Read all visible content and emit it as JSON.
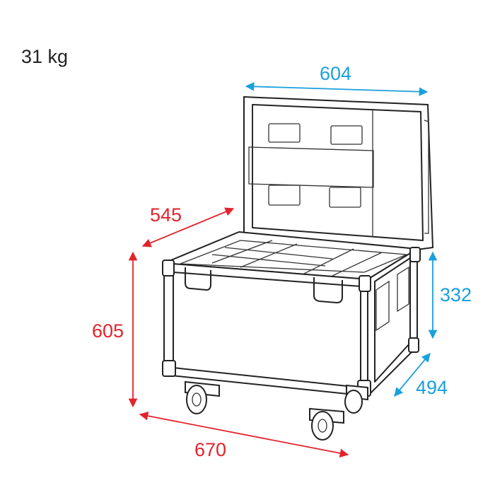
{
  "weight": "31 kg",
  "dimensions": {
    "lid_width": "604",
    "depth_top": "545",
    "height_total": "605",
    "body_height": "332",
    "body_depth": "494",
    "width": "670"
  },
  "colors": {
    "red": "#e3232b",
    "blue": "#1aa0dc",
    "line": "#222222"
  }
}
